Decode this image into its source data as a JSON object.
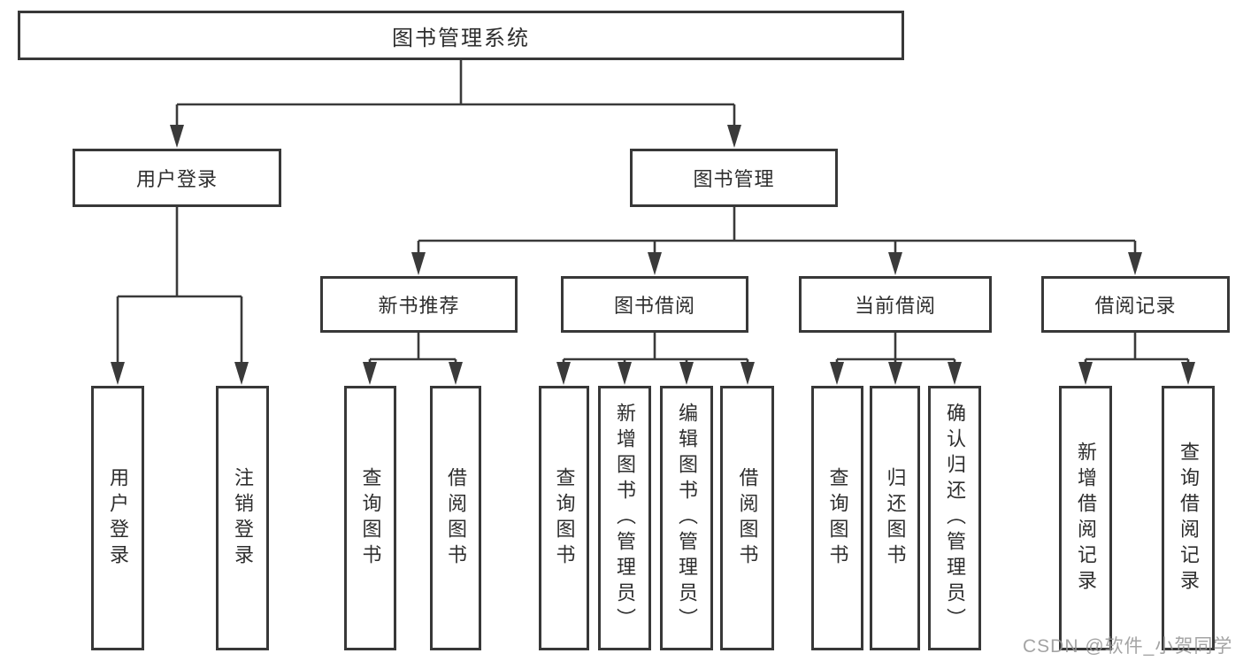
{
  "tree": {
    "root": {
      "label": "图书管理系统"
    },
    "branches": [
      {
        "label": "用户登录",
        "leaves": [
          {
            "label": "用户登录"
          },
          {
            "label": "注销登录"
          }
        ]
      },
      {
        "label": "图书管理",
        "sections": [
          {
            "label": "新书推荐",
            "leaves": [
              {
                "label": "查询图书"
              },
              {
                "label": "借阅图书"
              }
            ]
          },
          {
            "label": "图书借阅",
            "leaves": [
              {
                "label": "查询图书"
              },
              {
                "label": "新增图书（管理员）"
              },
              {
                "label": "编辑图书（管理员）"
              },
              {
                "label": "借阅图书"
              }
            ]
          },
          {
            "label": "当前借阅",
            "leaves": [
              {
                "label": "查询图书"
              },
              {
                "label": "归还图书"
              },
              {
                "label": "确认归还（管理员）"
              }
            ]
          },
          {
            "label": "借阅记录",
            "leaves": [
              {
                "label": "新增借阅记录"
              },
              {
                "label": "查询借阅记录"
              }
            ]
          }
        ]
      }
    ]
  },
  "watermark": {
    "text": "CSDN @软件_小贺同学"
  },
  "colors": {
    "line": "#3a3a3a",
    "box_border": "#383838",
    "text": "#2e2e2e",
    "watermark": "#949494",
    "background": "#ffffff"
  }
}
